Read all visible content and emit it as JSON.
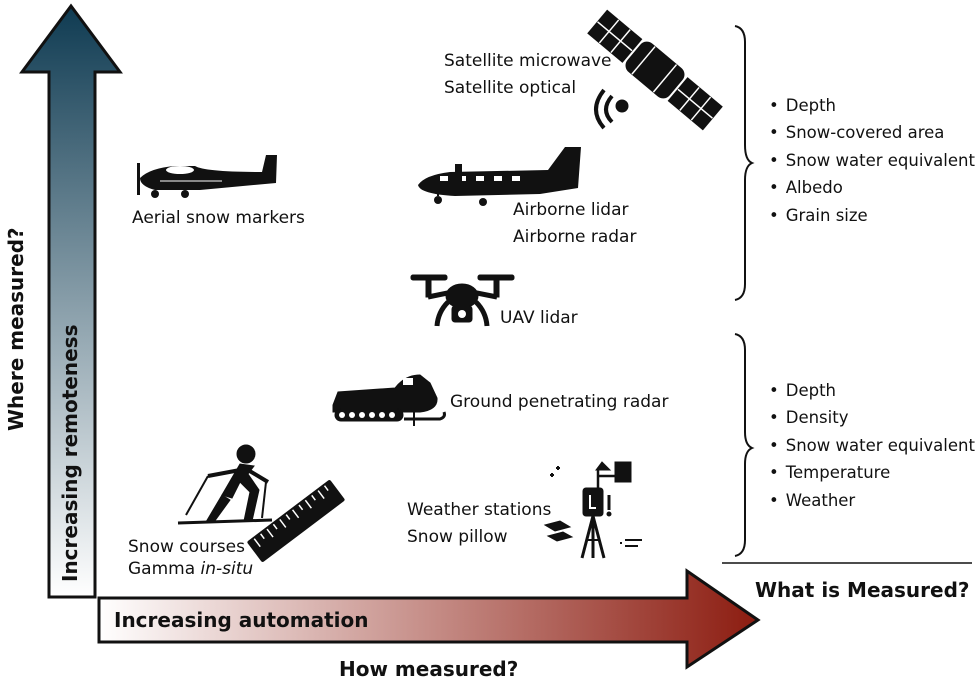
{
  "axes": {
    "vertical_question": "Where measured?",
    "vertical_arrow_label": "Increasing remoteness",
    "horizontal_question": "How measured?",
    "horizontal_arrow_label": "Increasing automation",
    "what_measured": "What is Measured?"
  },
  "colors": {
    "vertical_arrow_top": "#0f3b52",
    "vertical_arrow_bottom": "#ffffff",
    "horizontal_arrow_start": "#ffffff",
    "horizontal_arrow_end": "#8c1c10"
  },
  "methods": {
    "satellite": [
      "Satellite microwave",
      "Satellite optical"
    ],
    "aerial_markers": "Aerial snow markers",
    "airborne": [
      "Airborne lidar",
      "Airborne radar"
    ],
    "uav": "UAV lidar",
    "gpr": "Ground penetrating radar",
    "weather": [
      "Weather stations",
      "Snow pillow"
    ],
    "snow_courses": "Snow courses",
    "gamma_prefix": "Gamma ",
    "gamma_italic": "in-situ"
  },
  "remote_measures": [
    "Depth",
    "Snow-covered area",
    "Snow water equivalent",
    "Albedo",
    "Grain size"
  ],
  "ground_measures": [
    "Depth",
    "Density",
    "Snow water equivalent",
    "Temperature",
    "Weather"
  ],
  "icons": [
    "satellite-icon",
    "small-airplane-icon",
    "twin-otter-airplane-icon",
    "drone-icon",
    "snowmobile-icon",
    "skier-icon",
    "ruler-icon",
    "weather-station-icon"
  ]
}
